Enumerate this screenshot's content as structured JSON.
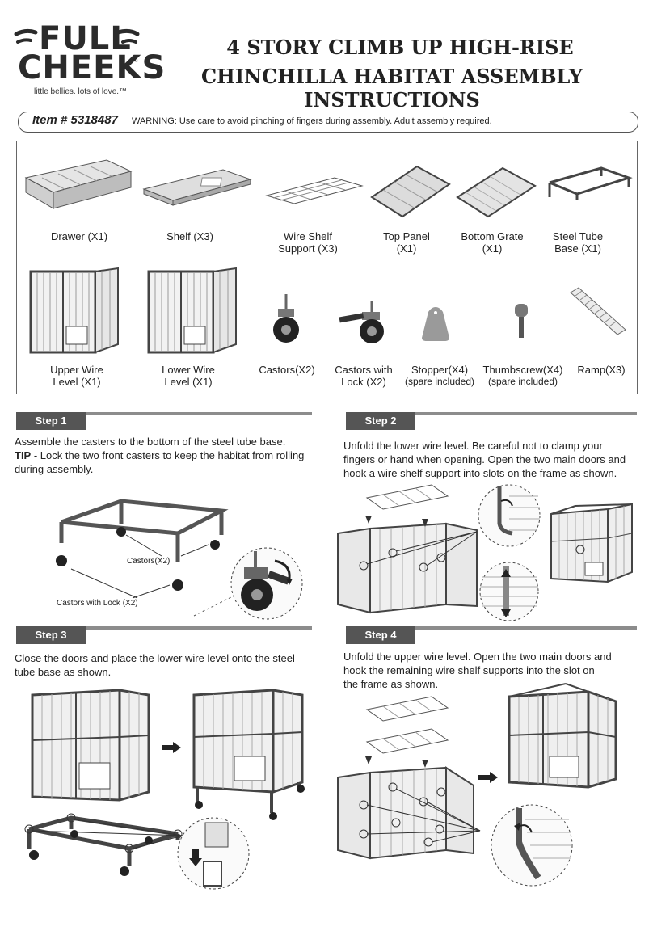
{
  "header": {
    "logo_line1": "FULL",
    "logo_line2": "CHEEKS",
    "logo_tm": "™",
    "logo_tagline": "little bellies. lots of love.™",
    "title_line1": "4 STORY CLIMB UP HIGH-RISE",
    "title_line2": "CHINCHILLA HABITAT ASSEMBLY INSTRUCTIONS"
  },
  "item": {
    "number": "Item # 5318487",
    "warning": "WARNING: Use care to avoid pinching of fingers during assembly. Adult assembly required."
  },
  "parts": {
    "row1": [
      {
        "line1": "Drawer (X1)",
        "line2": ""
      },
      {
        "line1": "Shelf (X3)",
        "line2": ""
      },
      {
        "line1": "Wire Shelf",
        "line2": "Support (X3)"
      },
      {
        "line1": "Top Panel",
        "line2": "(X1)"
      },
      {
        "line1": "Bottom Grate",
        "line2": "(X1)"
      },
      {
        "line1": "Steel Tube",
        "line2": "Base (X1)"
      }
    ],
    "row2": [
      {
        "line1": "Upper Wire",
        "line2": "Level (X1)"
      },
      {
        "line1": "Lower Wire",
        "line2": "Level (X1)"
      },
      {
        "line1": "Castors(X2)",
        "line2": ""
      },
      {
        "line1": "Castors with",
        "line2": "Lock (X2)"
      },
      {
        "line1": "Stopper(X4)",
        "line2": "(spare included)"
      },
      {
        "line1": "Thumbscrew(X4)",
        "line2": "(spare included)"
      },
      {
        "line1": "Ramp(X3)",
        "line2": ""
      }
    ]
  },
  "steps": {
    "step1": {
      "label": "Step 1",
      "text1": "Assemble the casters to the bottom of the steel tube base.",
      "tip_label": "TIP",
      "tip_text": " - Lock the two front casters to keep the habitat from rolling",
      "text3": "during assembly.",
      "callout_castors": "Castors(X2)",
      "callout_lock": "Castors with Lock (X2)"
    },
    "step2": {
      "label": "Step 2",
      "lines": [
        "Unfold the lower wire level. Be careful not to clamp your",
        "fingers or hand when opening. Open the two main doors and",
        "hook a wire shelf support into slots on the frame as shown."
      ]
    },
    "step3": {
      "label": "Step 3",
      "lines": [
        "Close the doors and place the lower wire level onto the steel",
        "tube base as shown."
      ]
    },
    "step4": {
      "label": "Step 4",
      "lines": [
        "Unfold the upper wire level. Open the two main doors and",
        "hook the remaining wire shelf supports into the slot on",
        "the frame as shown."
      ]
    }
  },
  "colors": {
    "step_tab": "#555555",
    "rule": "#8c8c8c",
    "frame": "#4a4a4a"
  }
}
